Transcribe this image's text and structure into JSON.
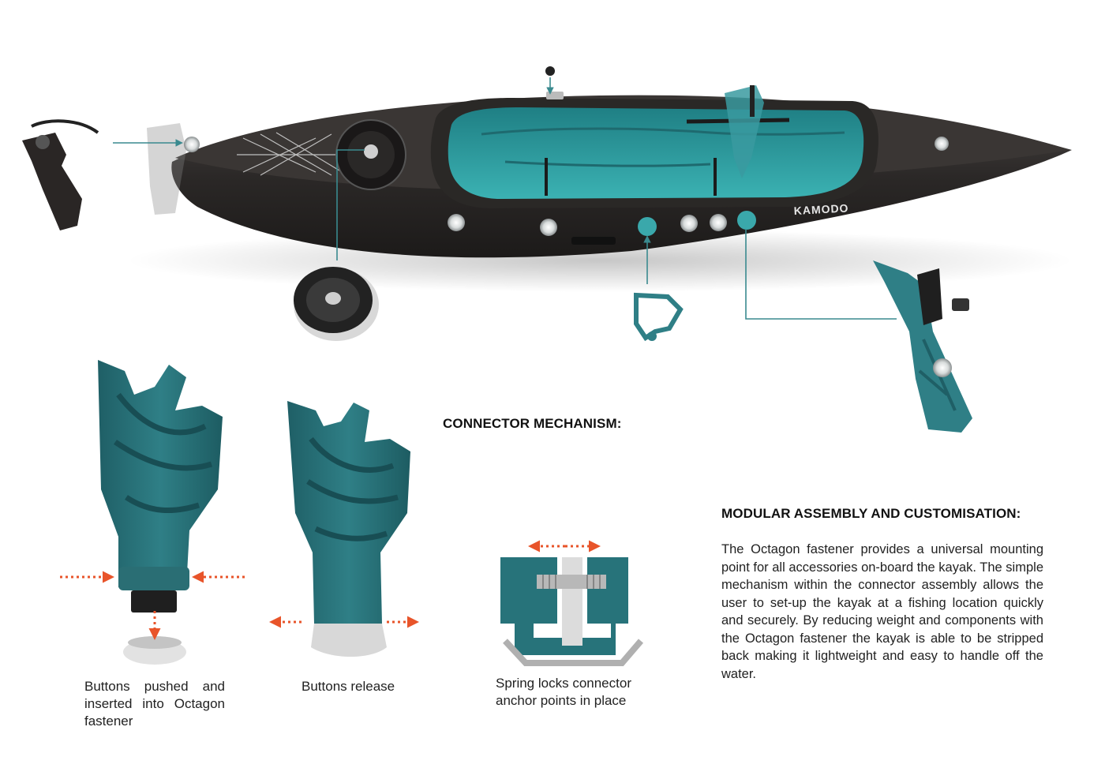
{
  "headings": {
    "connector": "CONNECTOR MECHANISM:",
    "modular": "MODULAR ASSEMBLY AND CUSTOMISATION:"
  },
  "paragraph": "The Octagon fastener provides a universal mounting point for all accessories on-board the kayak. The simple mechanism within the connector assembly allows the user to set-up the kayak at a fishing location quickly and securely. By reducing weight and components with the Octagon fastener the kayak is able to be stripped back making it lightweight and easy to handle off the water.",
  "captions": {
    "buttons_pushed": "Buttons pushed and inserted into Octagon fastener",
    "buttons_release": "Buttons release",
    "spring_locks": "Spring locks connector anchor points in place"
  },
  "brand": "KAMODO",
  "colors": {
    "teal": "#27737a",
    "teal_light": "#3a9aa0",
    "hull_dark": "#2e2b2a",
    "cockpit": "#2fa0a3",
    "arrow_orange": "#e8542a",
    "leader_line": "#3a8a8f"
  }
}
